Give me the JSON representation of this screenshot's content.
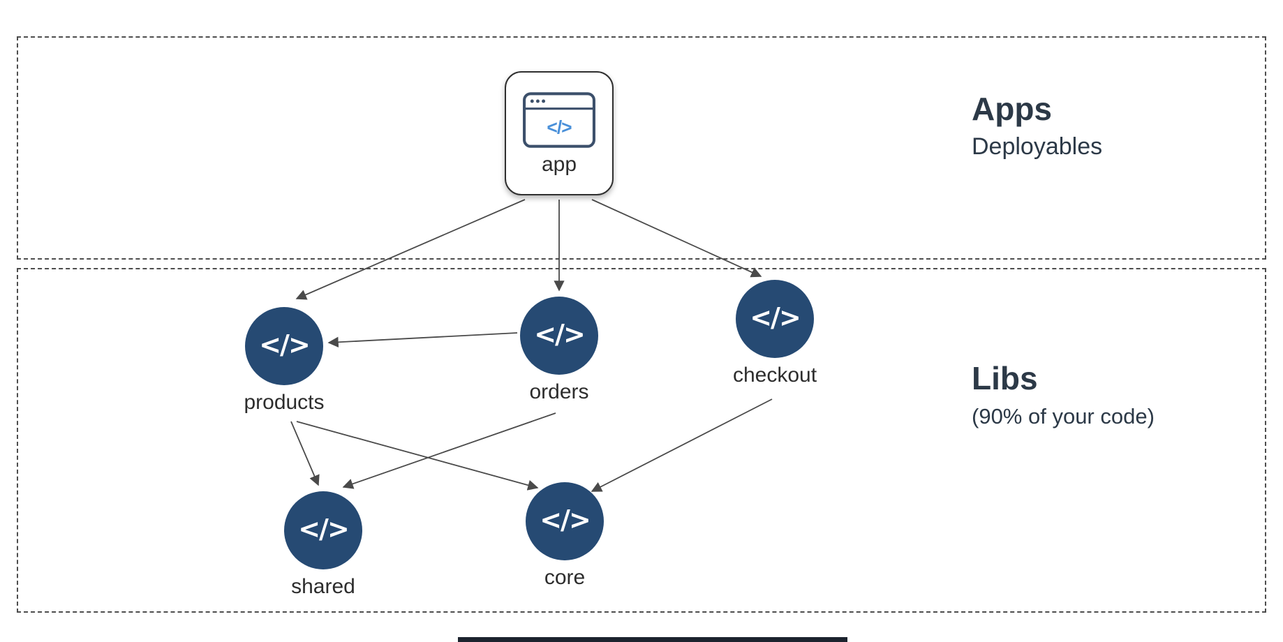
{
  "sections": {
    "apps": {
      "title": "Apps",
      "subtitle": "Deployables"
    },
    "libs": {
      "title": "Libs",
      "subtitle": "(90% of your code)"
    }
  },
  "app_node": {
    "label": "app",
    "code_glyph": "</>"
  },
  "lib_nodes": {
    "products": {
      "label": "products",
      "glyph": "</>"
    },
    "orders": {
      "label": "orders",
      "glyph": "</>"
    },
    "checkout": {
      "label": "checkout",
      "glyph": "</>"
    },
    "shared": {
      "label": "shared",
      "glyph": "</>"
    },
    "core": {
      "label": "core",
      "glyph": "</>"
    }
  },
  "edges": [
    {
      "from": "app",
      "to": "products",
      "points": [
        752,
        286,
        425,
        428
      ]
    },
    {
      "from": "app",
      "to": "orders",
      "points": [
        801,
        286,
        801,
        416
      ]
    },
    {
      "from": "app",
      "to": "checkout",
      "points": [
        848,
        286,
        1090,
        396
      ]
    },
    {
      "from": "orders",
      "to": "products",
      "points": [
        741,
        477,
        471,
        491
      ]
    },
    {
      "from": "products",
      "to": "shared",
      "points": [
        417,
        604,
        456,
        695
      ]
    },
    {
      "from": "products",
      "to": "core",
      "points": [
        425,
        604,
        770,
        699
      ]
    },
    {
      "from": "orders",
      "to": "shared",
      "points": [
        796,
        592,
        492,
        698
      ]
    },
    {
      "from": "checkout",
      "to": "core",
      "points": [
        1106,
        572,
        848,
        704
      ]
    }
  ],
  "colors": {
    "lib_node_fill": "#264a73",
    "edge": "#4a4a4a",
    "code_blue": "#4a90d9"
  }
}
